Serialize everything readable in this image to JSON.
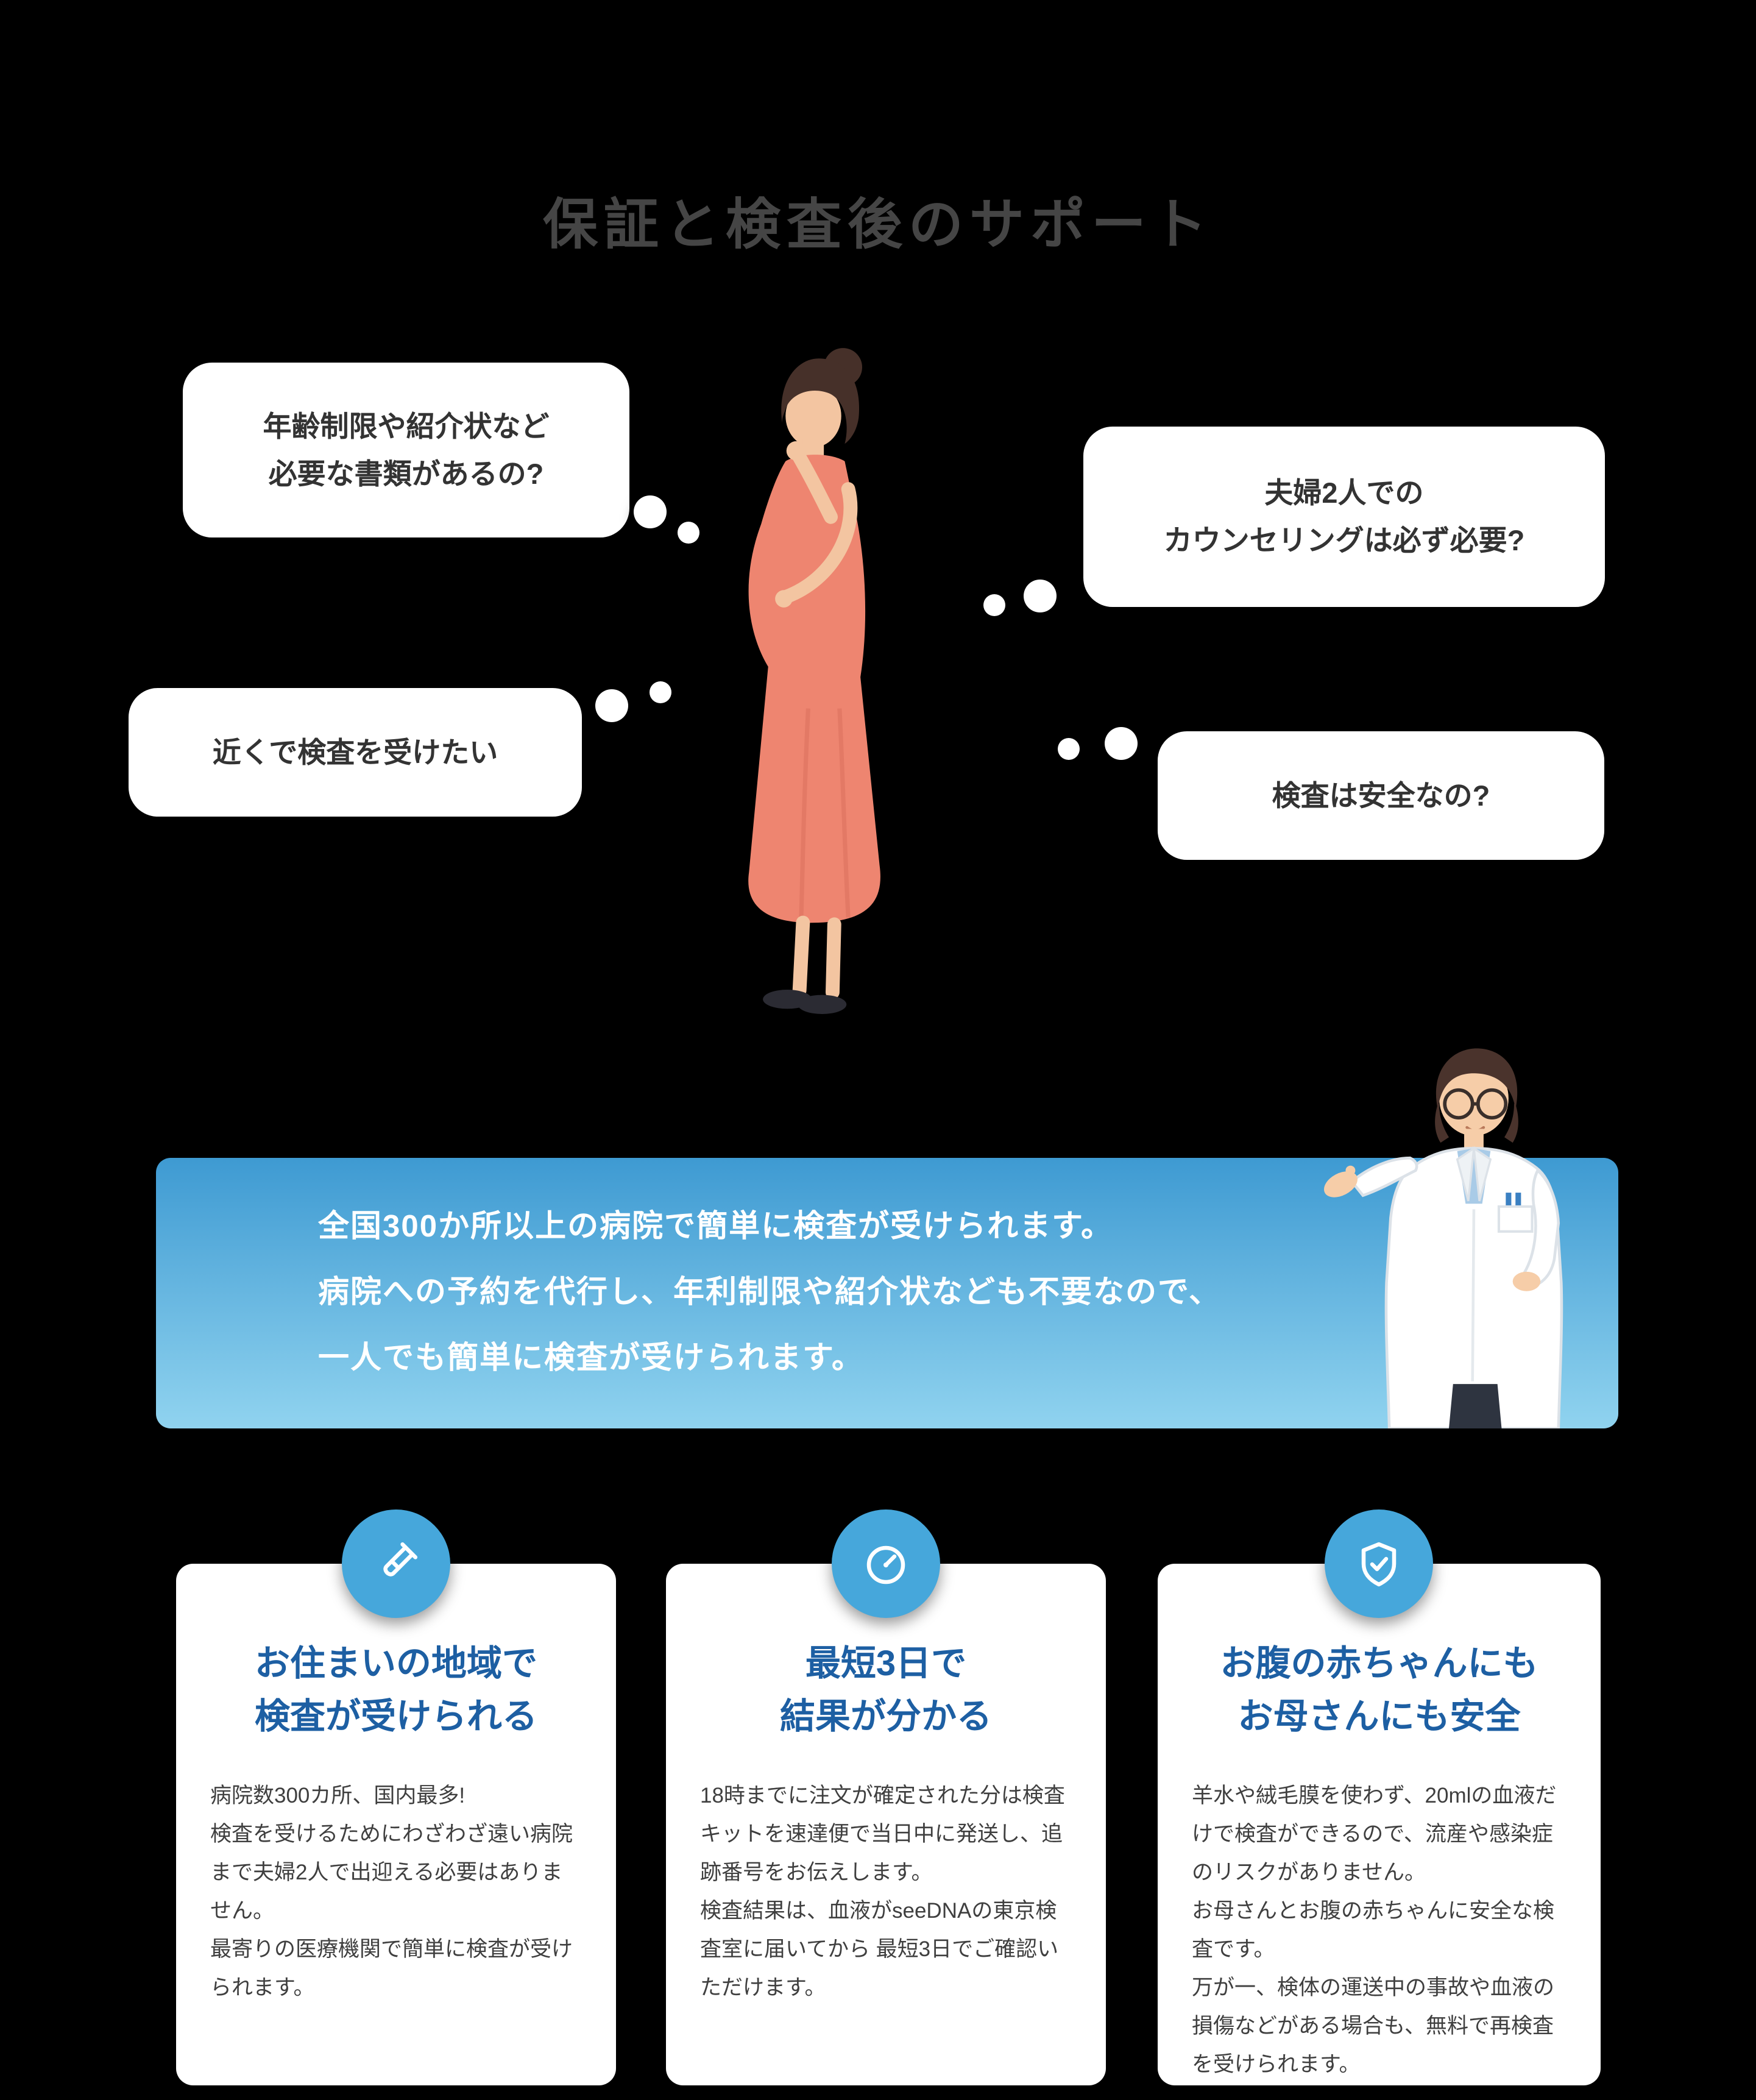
{
  "section": {
    "title": "保証と検査後のサポート"
  },
  "bubbles": [
    {
      "name": "documents",
      "text": "年齢制限や紹介状など\n必要な書類があるの?"
    },
    {
      "name": "nearby",
      "text": "近くで検査を受けたい"
    },
    {
      "name": "counseling",
      "text": "夫婦2人での\nカウンセリングは必ず必要?"
    },
    {
      "name": "safety",
      "text": "検査は安全なの?"
    }
  ],
  "info_box": {
    "lines": [
      "全国300か所以上の病院で簡単に検査が受けられます。",
      "病院への予約を代行し、年利制限や紹介状なども不要なので、",
      "一人でも簡単に検査が受けられます。"
    ]
  },
  "cards": [
    {
      "icon": "test-tube-icon",
      "title": "お住まいの地域で\n検査が受けられる",
      "body": "病院数300カ所、国内最多!\n検査を受けるためにわざわざ遠い病院まで夫婦2人で出迎える必要はありません。\n最寄りの医療機関で簡単に検査が受けられます。"
    },
    {
      "icon": "gauge-icon",
      "title": "最短3日で\n結果が分かる",
      "body": "18時までに注文が確定された分は検査キットを速達便で当日中に発送し、追跡番号をお伝えします。\n検査結果は、血液がseeDNAの東京検査室に届いてから 最短3日でご確認いただけます。"
    },
    {
      "icon": "shield-check-icon",
      "title": "お腹の赤ちゃんにも\nお母さんにも安全",
      "body": "羊水や絨毛膜を使わず、20mlの血液だけで検査ができるので、流産や感染症のリスクがありません。\nお母さんとお腹の赤ちゃんに安全な検査です。\n万が一、検体の運送中の事故や血液の損傷などがある場合も、無料で再検査を受けられます。"
    }
  ],
  "colors": {
    "background": "#000000",
    "accent_blue": "#46a7db",
    "heading_blue": "#1d5fa3",
    "infobox_top": "#3e9ad2",
    "infobox_bottom": "#90d3ef",
    "dress_coral": "#ee8570"
  }
}
